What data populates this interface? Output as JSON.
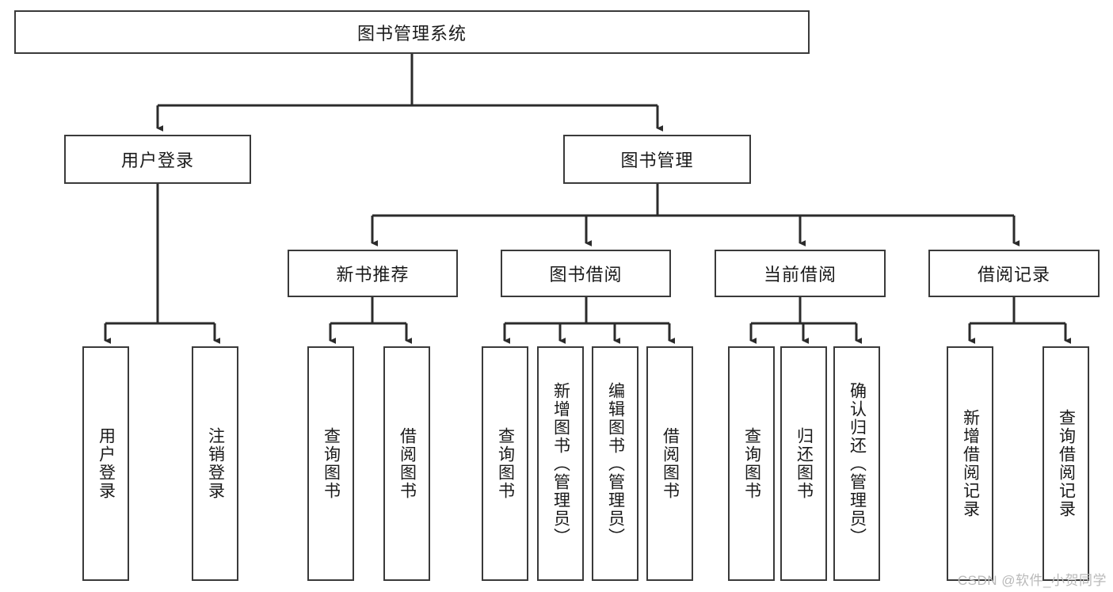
{
  "diagram": {
    "title": "图书管理系统",
    "type": "tree-hierarchy-chart",
    "watermark": "CSDN @软件_小贺同学",
    "colors": {
      "box_border": "#3a3a3a",
      "box_fill": "#ffffff",
      "connector": "#2b2b2b",
      "text": "#1a1a1a",
      "watermark": "#b9b9b9",
      "background": "#ffffff"
    },
    "levels": {
      "root": {
        "label": "图书管理系统"
      },
      "level2": [
        {
          "id": "user-login",
          "label": "用户登录"
        },
        {
          "id": "book-manage",
          "label": "图书管理"
        }
      ],
      "level3": [
        {
          "id": "new-book-recommend",
          "label": "新书推荐"
        },
        {
          "id": "book-borrow",
          "label": "图书借阅"
        },
        {
          "id": "current-borrow",
          "label": "当前借阅"
        },
        {
          "id": "borrow-record",
          "label": "借阅记录"
        }
      ],
      "leaves": {
        "user_login": [
          {
            "id": "leaf-user-login",
            "label": "用户登录"
          },
          {
            "id": "leaf-logout",
            "label": "注销登录"
          }
        ],
        "new_book_recommend": [
          {
            "id": "leaf-query-book-1",
            "label": "查询图书"
          },
          {
            "id": "leaf-borrow-book-1",
            "label": "借阅图书"
          }
        ],
        "book_borrow": [
          {
            "id": "leaf-query-book-2",
            "label": "查询图书"
          },
          {
            "id": "leaf-add-book",
            "label": "新增图书（管理员）"
          },
          {
            "id": "leaf-edit-book",
            "label": "编辑图书（管理员）"
          },
          {
            "id": "leaf-borrow-book-2",
            "label": "借阅图书"
          }
        ],
        "current_borrow": [
          {
            "id": "leaf-query-book-3",
            "label": "查询图书"
          },
          {
            "id": "leaf-return-book",
            "label": "归还图书"
          },
          {
            "id": "leaf-confirm-return",
            "label": "确认归还（管理员）"
          }
        ],
        "borrow_record": [
          {
            "id": "leaf-add-record",
            "label": "新增借阅记录"
          },
          {
            "id": "leaf-query-record",
            "label": "查询借阅记录"
          }
        ]
      }
    }
  }
}
